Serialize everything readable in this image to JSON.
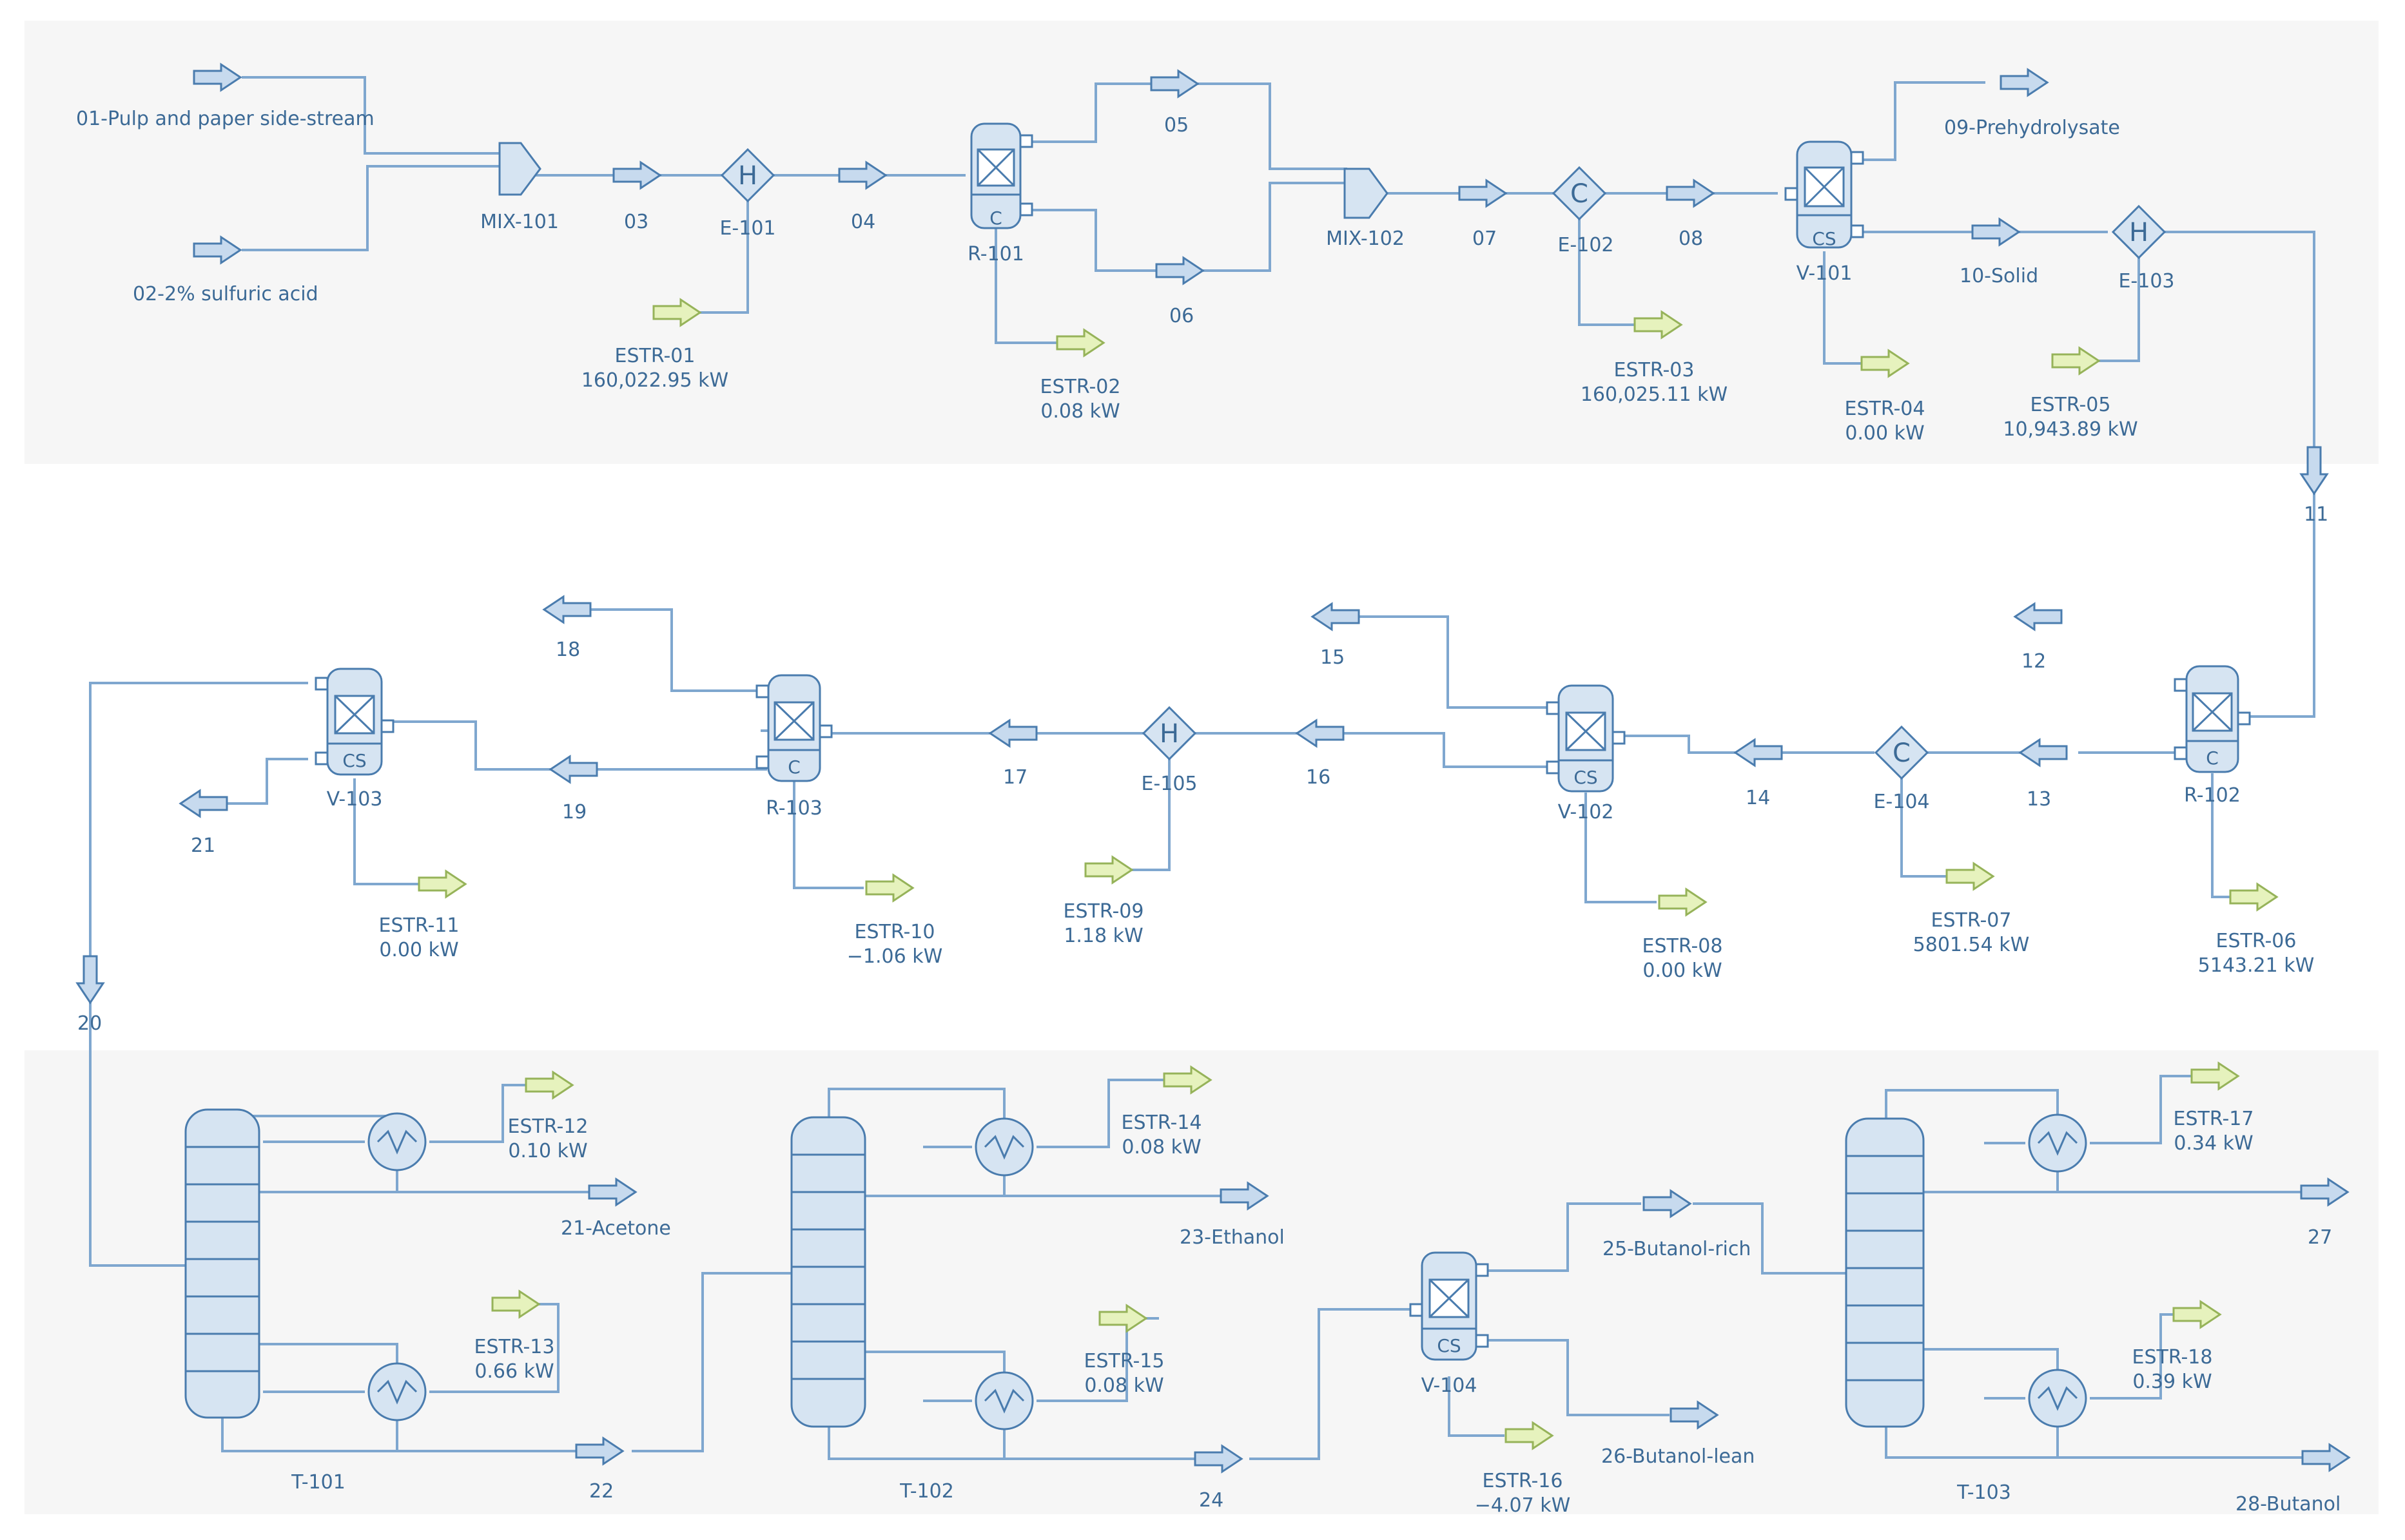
{
  "colors": {
    "line": "#7fa7cf",
    "unit_fill": "#d6e4f2",
    "unit_stroke": "#4a7cae",
    "arrow_fill": "#c7daee",
    "energy_fill": "#e6f2bd",
    "energy_stroke": "#96b359",
    "panel": "#f6f6f6",
    "text": "#3c6a96"
  },
  "units": {
    "MIX-101": "MIX-101",
    "MIX-102": "MIX-102",
    "E-101": "E-101",
    "E-102": "E-102",
    "E-103": "E-103",
    "E-104": "E-104",
    "E-105": "E-105",
    "R-101": "R-101",
    "R-102": "R-102",
    "R-103": "R-103",
    "V-101": "V-101",
    "V-102": "V-102",
    "V-103": "V-103",
    "V-104": "V-104",
    "T-101": "T-101",
    "T-102": "T-102",
    "T-103": "T-103"
  },
  "unit_letters": {
    "heater": "H",
    "cooler": "C",
    "reactor": "C",
    "separator": "CS"
  },
  "streams": {
    "s01": "01-Pulp and paper side-stream",
    "s02": "02-2% sulfuric acid",
    "s03": "03",
    "s04": "04",
    "s05": "05",
    "s06": "06",
    "s07": "07",
    "s08": "08",
    "s09": "09-Prehydrolysate",
    "s10": "10-Solid",
    "s11": "11",
    "s12": "12",
    "s13": "13",
    "s14": "14",
    "s15": "15",
    "s16": "16",
    "s17": "17",
    "s18": "18",
    "s19": "19",
    "s20": "20",
    "s21": "21",
    "s21a": "21-Acetone",
    "s22": "22",
    "s23": "23-Ethanol",
    "s24": "24",
    "s25": "25-Butanol-rich",
    "s26": "26-Butanol-lean",
    "s27": "27",
    "s28": "28-Butanol"
  },
  "energy": {
    "e01": {
      "name": "ESTR-01",
      "value": "160,022.95 kW"
    },
    "e02": {
      "name": "ESTR-02",
      "value": "0.08 kW"
    },
    "e03": {
      "name": "ESTR-03",
      "value": "160,025.11 kW"
    },
    "e04": {
      "name": "ESTR-04",
      "value": "0.00 kW"
    },
    "e05": {
      "name": "ESTR-05",
      "value": "10,943.89 kW"
    },
    "e06": {
      "name": "ESTR-06",
      "value": "5143.21 kW"
    },
    "e07": {
      "name": "ESTR-07",
      "value": "5801.54 kW"
    },
    "e08": {
      "name": "ESTR-08",
      "value": "0.00 kW"
    },
    "e09": {
      "name": "ESTR-09",
      "value": "1.18 kW"
    },
    "e10": {
      "name": "ESTR-10",
      "value": "−1.06 kW"
    },
    "e11": {
      "name": "ESTR-11",
      "value": "0.00 kW"
    },
    "e12": {
      "name": "ESTR-12",
      "value": "0.10 kW"
    },
    "e13": {
      "name": "ESTR-13",
      "value": "0.66 kW"
    },
    "e14": {
      "name": "ESTR-14",
      "value": "0.08 kW"
    },
    "e15": {
      "name": "ESTR-15",
      "value": "0.08 kW"
    },
    "e16": {
      "name": "ESTR-16",
      "value": "−4.07 kW"
    },
    "e17": {
      "name": "ESTR-17",
      "value": "0.34 kW"
    },
    "e18": {
      "name": "ESTR-18",
      "value": "0.39 kW"
    }
  }
}
